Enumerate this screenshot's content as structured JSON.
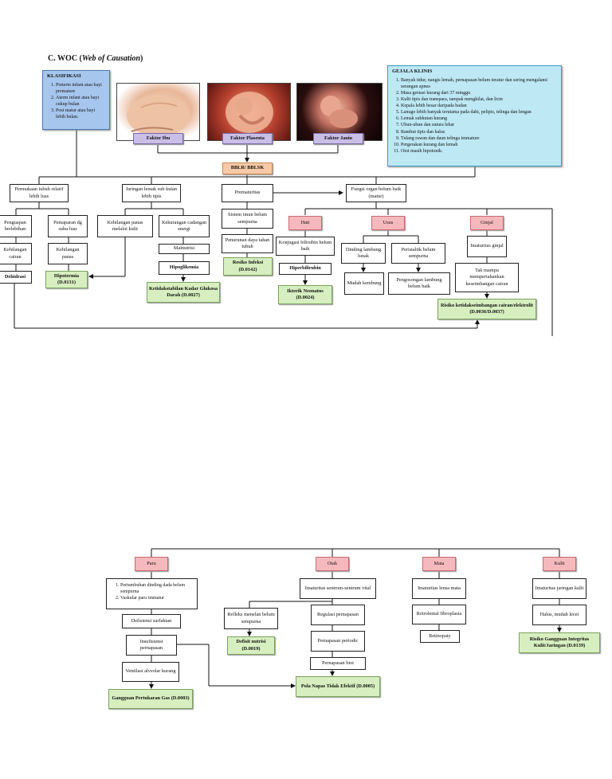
{
  "title": {
    "prefix": "C. WOC (",
    "italic": "Web of Causation",
    "suffix": ")"
  },
  "klasifikasi": {
    "heading": "KLASIFIKASI",
    "items": [
      "Preterm infant atau bayi premature",
      "Aterm infant atau bayi cukup bulan",
      "Post matur atau bayi lebih bulan."
    ]
  },
  "gejala": {
    "heading": "GEJALA KLINIS",
    "items": [
      "Banyak tidur, nangis lemah, pernapasan belum teratur dan sering mengalami serangan apnea",
      "Masa gestasi kurang dari 37 minggu",
      "Kulit tipis dan transpara, tampak mengkilat, dan licin",
      "Kepala lebih besar daripada badan",
      "Lanugo lebih banyak terutama pada dahi, pelipis, telinga dan lengan",
      "Lemak subkutan kurang",
      "Ubun-ubun dan sutura lebar",
      "Rambut tipis dan halus",
      "Tulang rawan dan daun telinga immature",
      "Pergerakan kurang dan lemah",
      "Otot masih hipotonik."
    ]
  },
  "faktor": {
    "ibu": "Faktor Ibu",
    "plasenta": "Faktor Plasenta",
    "janin": "Faktor Janin"
  },
  "bblr": "BBLR/ BBLSK",
  "top": {
    "permukaan": "Permukaan tubuh relatif lebih luas",
    "jaringan": "Jaringan lemak sub kutan lebih tipis",
    "prematuritas": "Prematuritas",
    "fungsi": "Fungsi organ belum baik (matur)",
    "penguapan": "Penguapan berlebihan",
    "pemaparan": "Pemaparan dg suhu luar",
    "kehilangan_cairan": "Kehilangan cairan",
    "kehilangan_panas": "Kehilangan panas",
    "dehidrasi": "Dehidrasi",
    "hipotermia": "Hipotermia (D.0131)",
    "kehilangan_panas_kulit": "Kehilangan panas melalui kulit",
    "kekurangan_energi": "Kekurangan cadangan energi",
    "malnutrisi": "Malnutrisi",
    "hipoglikemia": "Hipoglikemia",
    "ketidakstabilan": "Ketidakstabilan Kadar Glukosa Darah (D.0027)",
    "sistem_imun": "Sistem imun belum sempurna",
    "penurunan_daya": "Penurunan daya tahan tubuh",
    "resiko_infeksi": "Resiko Infeksi (D.0142)",
    "hati": "Hati",
    "usus": "Usus",
    "ginjal": "Ginjal",
    "konjugasi": "Konjugasi bilirubin belum baik",
    "hiperbilirubin": "Hiperbilirubin",
    "ikterik": "Ikterik Neonatus (D.0024)",
    "dinding": "Dinding lambung lunak",
    "peristaltik": "Peristaltik belum sempurna",
    "mudah_kembung": "Mudah kembung",
    "pengosongan": "Pengosongan lambung belum baik",
    "imaturitas_ginjal": "Imaturitas ginjal",
    "tak_mampu": "Tak mampu mempertahankan keseimbangan cairan",
    "risiko_ketidakseimbangan": "Risiko ketidakseimbangan cairan/elektrolit (D.0036/D.0037)"
  },
  "bottom": {
    "paru": "Paru",
    "otak": "Otak",
    "mata": "Mata",
    "kulit": "Kulit",
    "paru_list": [
      "Pertumbuhan dinding dada belum sempurna",
      "Vaskular paru immatur"
    ],
    "defisiensi": "Defisiensi surfaktan",
    "insufisiensi": "Insufisiensi pernapasan",
    "ventilasi": "Ventilasi alveolar kurang",
    "gangguan_pertukaran": "Gangguan Pertukaran Gas (D.0003)",
    "imaturitas_sentrum": "Imaturitas sentrum-sentrum vital",
    "refleks": "Refleks menelan belum sempurna",
    "defisit": "Defisit nutrisi (D.0019)",
    "regulasi": "Regulasi pernapasan",
    "pernapasan_periodic": "Pernapasan periodic",
    "pernapasan_biot": "Pernapasan biot",
    "pola_napas": "Pola Napas Tidak Efektif (D.0005)",
    "imaturitas_lensa": "Imaturitas lensa mata",
    "retrolental": "Retrolental fibroplasia",
    "retinopaty": "Retinopaty",
    "imaturitas_jaringan": "Imaturitas jaringan kulit",
    "halus": "Halus, mudah lecet",
    "risiko_gangguan": "Risiko Gangguan Integritas Kulit/Jaringan (D.0139)"
  },
  "colors": {
    "green": "#d7efc0",
    "red": "#f5b9bd",
    "purple": "#c9bfe6",
    "orange": "#f7c9a6",
    "blue": "#a7c6ee",
    "cyan": "#bde8f4"
  }
}
